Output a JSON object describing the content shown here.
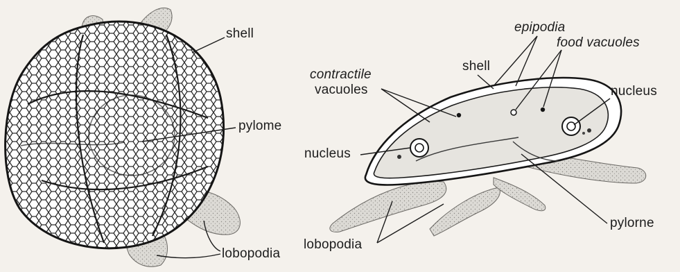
{
  "left_figure": {
    "labels": {
      "shell": "shell",
      "pylome": "pylome",
      "lobopodia": "lobopodia"
    }
  },
  "right_figure": {
    "labels": {
      "contractile_vacuoles_line1": "contractile",
      "contractile_vacuoles_line2": "vacuoles",
      "shell": "shell",
      "epipodia": "epipodia",
      "food_vacuoles": "food  vacuoles",
      "nucleus_right": "nucleus",
      "nucleus_left": "nucleus",
      "pylorne": "pylorne",
      "lobopodia": "lobopodia"
    }
  },
  "colors": {
    "ink": "#1c1c1c",
    "background": "#f4f1ec",
    "pseudopod_fill": "#d6d4cf",
    "shell_fill": "#ffffff"
  }
}
